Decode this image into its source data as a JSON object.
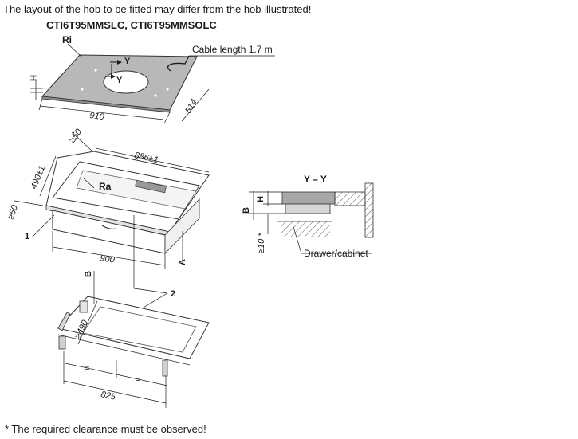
{
  "header_note": "The layout of the hob to be fitted may differ from the hob illustrated!",
  "model_title": "CTI6T95MMSLC, CTI6T95MMSOLC",
  "footnote": "* The required clearance must be observed!",
  "hob": {
    "label_ri": "Ri",
    "label_h": "H",
    "label_y": "Y",
    "cable_label": "Cable length 1.7 m",
    "dim_width": "910",
    "dim_depth": "514"
  },
  "cutout": {
    "label_ra": "Ra",
    "label_a": "A",
    "dim_top": "886±1",
    "dim_depth": "490±1",
    "dim_front": "900",
    "clear_back": "≥50",
    "clear_side": "≥50",
    "marker_1": "1"
  },
  "frame": {
    "label_b": "B",
    "marker_2": "2",
    "dim_depth": "≥490",
    "equal_left": "=",
    "equal_right": "=",
    "dim_width": "825"
  },
  "section": {
    "title": "Y – Y",
    "label_b": "B",
    "label_h": "H",
    "clearance": "≥10 *",
    "drawer_label": "Drawer/cabinet"
  }
}
